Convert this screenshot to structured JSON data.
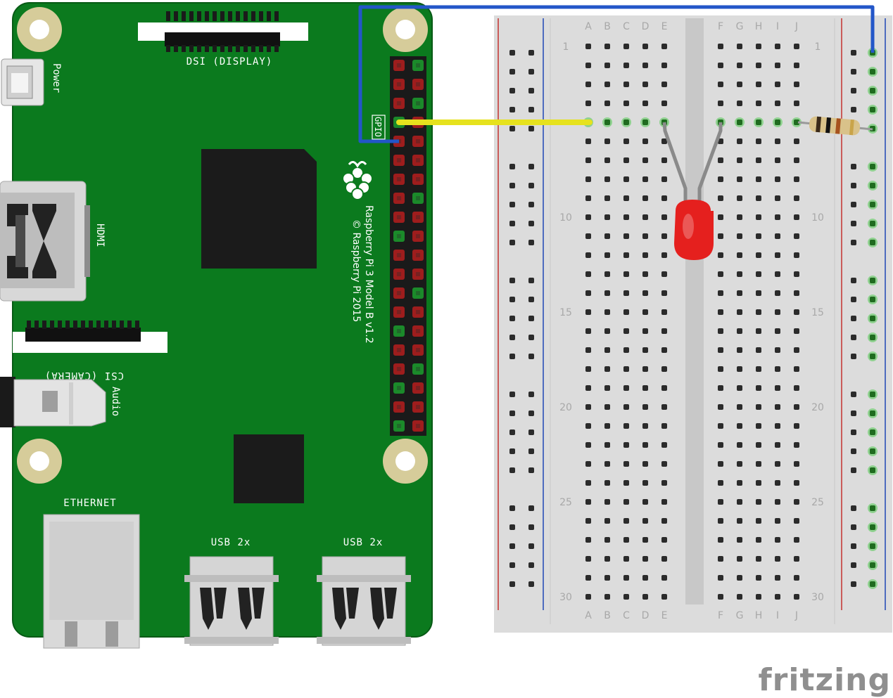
{
  "board": {
    "dsi_label": "DSI (DISPLAY)",
    "power_label": "Power",
    "hdmi_label": "HDMI",
    "csi_label": "CSI (CAMERA)",
    "audio_label": "Audio",
    "ethernet_label": "ETHERNET",
    "usb_label_1": "USB 2x",
    "usb_label_2": "USB 2x",
    "gpio_label": "GPIO",
    "model_line_1": "Raspberry Pi 3 Model B v1.2",
    "model_line_2": "© Raspberry Pi 2015",
    "pcb_color": "#0b7a1e",
    "pin_red": "#9e1d1d",
    "pin_green": "#1b8a2a"
  },
  "breadboard": {
    "left_columns": [
      "A",
      "B",
      "C",
      "D",
      "E"
    ],
    "right_columns": [
      "F",
      "G",
      "H",
      "I",
      "J"
    ],
    "row_numbers": [
      "1",
      "10",
      "15",
      "20",
      "25",
      "30"
    ],
    "rail_red": "#c4312e",
    "rail_blue": "#1f46b5"
  },
  "wires": {
    "yellow_color": "#e6e21e",
    "blue_color": "#2356c8"
  },
  "components": {
    "led_color": "#e5201e",
    "resistor_body": "#d9c28a"
  },
  "watermark": {
    "text": "fritzing"
  }
}
